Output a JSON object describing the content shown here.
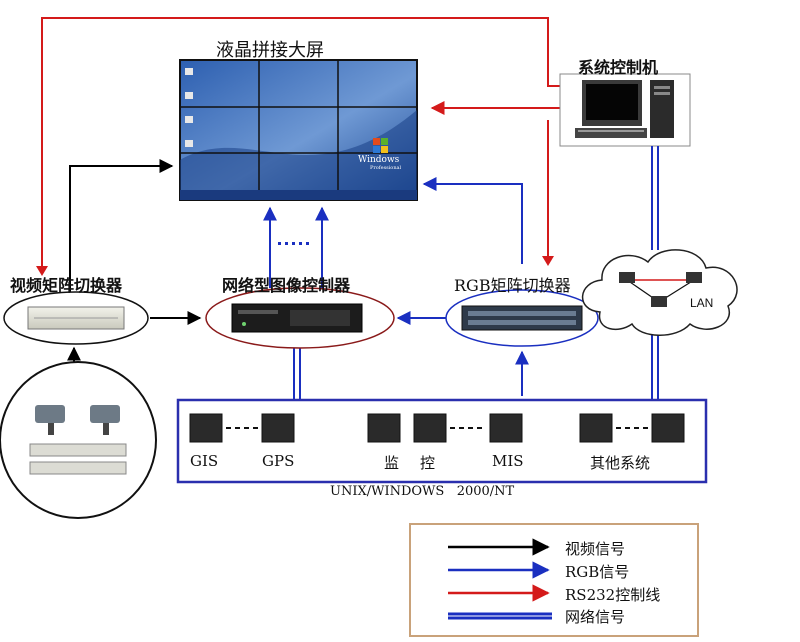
{
  "title": "液晶拼接大屏",
  "nodes": {
    "control_pc": "系统控制机",
    "video_matrix": "视频矩阵切换器",
    "network_image_controller": "网络型图像控制器",
    "rgb_matrix": "RGB矩阵切换器",
    "lan": "LAN"
  },
  "workstations": {
    "gis": "GIS",
    "gps": "GPS",
    "monitor_a": "监",
    "monitor_b": "控",
    "mis": "MIS",
    "other": "其他系统"
  },
  "os_label": "UNIX/WINDOWS   2000/NT",
  "legend": [
    {
      "label": "视频信号",
      "color": "#000000"
    },
    {
      "label": "RGB信号",
      "color": "#1a2fc0"
    },
    {
      "label": "RS232控制线",
      "color": "#d41a1a"
    },
    {
      "label": "网络信号",
      "color": "#1a2fc0"
    }
  ],
  "screen": {
    "logo_text": "Windows",
    "logo_sub": "Professional"
  },
  "colors": {
    "video": "#000000",
    "rgb": "#1a2fc0",
    "rs232": "#d41a1a",
    "network": "#1a2fc0",
    "panel_border": "#2a2fae"
  }
}
